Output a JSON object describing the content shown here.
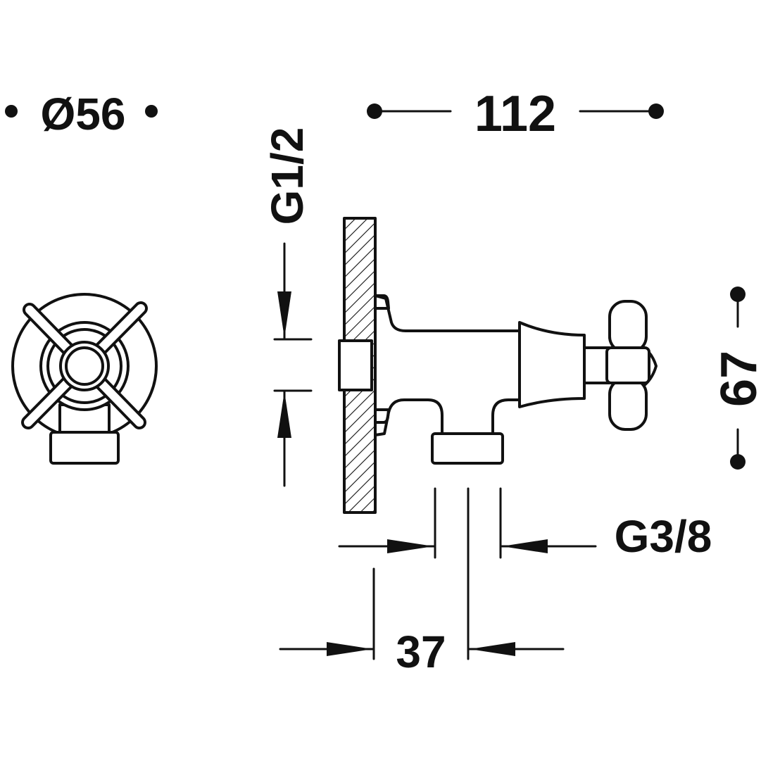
{
  "dimensions": {
    "diameter": "Ø56",
    "width": "112",
    "inlet_thread": "G1/2",
    "height": "67",
    "outlet_thread": "G3/8",
    "outlet_offset": "37"
  },
  "colors": {
    "line": "#111111",
    "background": "#ffffff"
  }
}
